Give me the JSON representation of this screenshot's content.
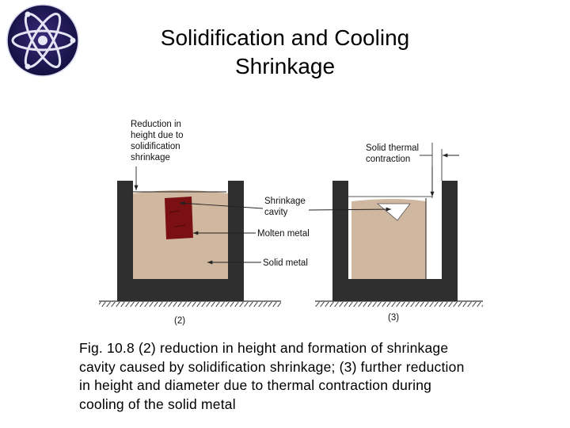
{
  "slide": {
    "title_line1": "Solidification and Cooling",
    "title_line2": "Shrinkage"
  },
  "logo": {
    "icon": "atom-icon"
  },
  "figure": {
    "labels": {
      "reduction_line1": "Reduction in",
      "reduction_line2": "height due to",
      "reduction_line3": "solidification",
      "reduction_line4": "shrinkage",
      "shrinkage_cavity_line1": "Shrinkage",
      "shrinkage_cavity_line2": "cavity",
      "molten_metal": "Molten metal",
      "solid_metal": "Solid metal",
      "thermal_line1": "Solid thermal",
      "thermal_line2": "contraction",
      "fig2": "(2)",
      "fig3": "(3)"
    },
    "colors": {
      "metal": "#cfb7a0",
      "molten": "#7a1012",
      "mold": "#2f2f2f"
    }
  },
  "caption": {
    "line1": "Fig. 10.8 (2) reduction in height and formation of shrinkage",
    "line2": "cavity caused by solidification shrinkage; (3) further reduction",
    "line3": "in height and diameter due to thermal contraction during",
    "line4": "cooling of the solid metal"
  }
}
